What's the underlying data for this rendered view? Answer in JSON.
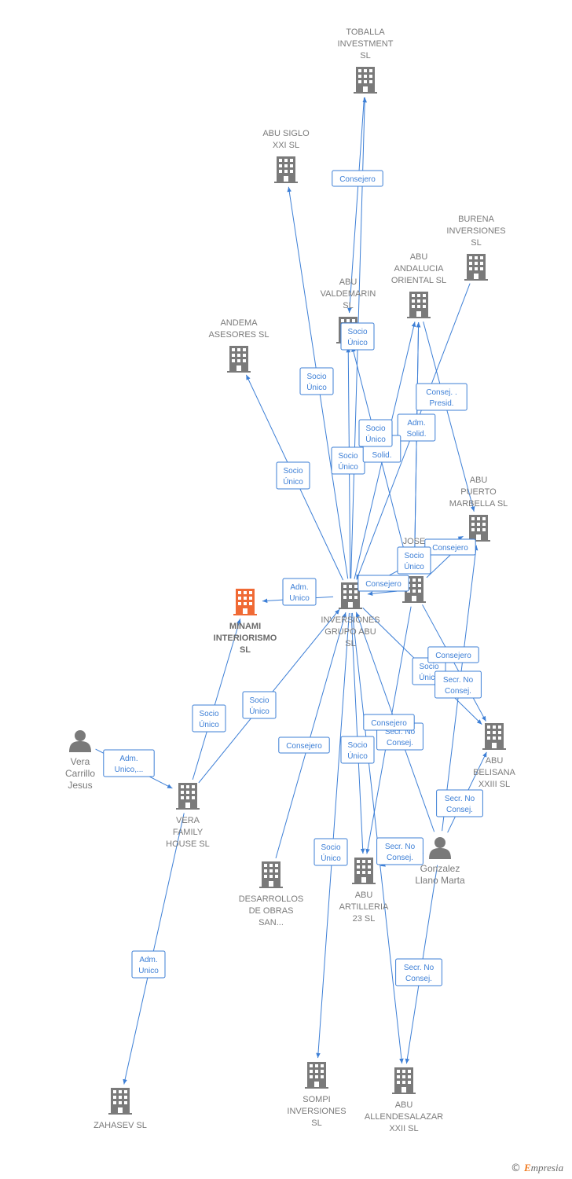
{
  "colors": {
    "edge": "#3d7fd6",
    "company": "#7a7a7a",
    "focus": "#f06a35",
    "person": "#7a7a7a"
  },
  "nodes": [
    {
      "id": "toballa",
      "type": "company",
      "icon": "building-icon",
      "label": [
        "TOBALLA",
        "INVESTMENT",
        "SL"
      ]
    },
    {
      "id": "abu_siglo",
      "type": "company",
      "icon": "building-icon",
      "label": [
        "ABU SIGLO",
        "XXI SL"
      ]
    },
    {
      "id": "burena",
      "type": "company",
      "icon": "building-icon",
      "label": [
        "BURENA",
        "INVERSIONES",
        "SL"
      ]
    },
    {
      "id": "abu_andalucia",
      "type": "company",
      "icon": "building-icon",
      "label": [
        "ABU",
        "ANDALUCIA",
        "ORIENTAL SL"
      ]
    },
    {
      "id": "abu_valdemarin",
      "type": "company",
      "icon": "building-icon",
      "label": [
        "ABU",
        "VALDEMARIN",
        "SL"
      ]
    },
    {
      "id": "andema",
      "type": "company",
      "icon": "building-icon",
      "label": [
        "ANDEMA",
        "ASESORES SL"
      ]
    },
    {
      "id": "abu_puerto",
      "type": "company",
      "icon": "building-icon",
      "label": [
        "ABU",
        "PUERTO",
        "MARBELLA SL"
      ]
    },
    {
      "id": "jose",
      "type": "company",
      "icon": "building-icon",
      "label": [
        "JOSE",
        "A...",
        "SA..."
      ]
    },
    {
      "id": "minami",
      "type": "focus",
      "icon": "building-icon",
      "label": [
        "MINAMI",
        "INTERIORISMO",
        "SL"
      ]
    },
    {
      "id": "grupo_abu",
      "type": "company",
      "icon": "building-icon",
      "label": [
        "INVERSIONES",
        "GRUPO ABU",
        "SL"
      ]
    },
    {
      "id": "abu_belisana",
      "type": "company",
      "icon": "building-icon",
      "label": [
        "ABU",
        "BELISANA",
        "XXIII SL"
      ]
    },
    {
      "id": "vera_person",
      "type": "person",
      "icon": "person-icon",
      "label": [
        "Vera",
        "Carrillo",
        "Jesus"
      ]
    },
    {
      "id": "vera_family",
      "type": "company",
      "icon": "building-icon",
      "label": [
        "VERA",
        "FAMILY",
        "HOUSE SL"
      ]
    },
    {
      "id": "gonzalez",
      "type": "person",
      "icon": "person-icon",
      "label": [
        "Gonzalez",
        "Llano Marta"
      ]
    },
    {
      "id": "desarrollos",
      "type": "company",
      "icon": "building-icon",
      "label": [
        "DESARROLLOS",
        "DE OBRAS",
        "SAN..."
      ]
    },
    {
      "id": "abu_artilleria",
      "type": "company",
      "icon": "building-icon",
      "label": [
        "ABU",
        "ARTILLERIA",
        "23 SL"
      ]
    },
    {
      "id": "sompi",
      "type": "company",
      "icon": "building-icon",
      "label": [
        "SOMPI",
        "INVERSIONES",
        "SL"
      ]
    },
    {
      "id": "abu_allende",
      "type": "company",
      "icon": "building-icon",
      "label": [
        "ABU",
        "ALLENDESALAZAR",
        "XXII SL"
      ]
    },
    {
      "id": "zahasev",
      "type": "company",
      "icon": "building-icon",
      "label": [
        "ZAHASEV SL"
      ]
    }
  ],
  "edges": [
    {
      "from": "grupo_abu",
      "to": "toballa",
      "label": [
        "Consejero"
      ]
    },
    {
      "from": "toballa",
      "to": "abu_valdemarin",
      "label": []
    },
    {
      "from": "grupo_abu",
      "to": "abu_siglo",
      "label": [
        "Socio",
        "Único"
      ]
    },
    {
      "from": "grupo_abu",
      "to": "abu_valdemarin",
      "label": [
        "Socio",
        "Único"
      ]
    },
    {
      "from": "grupo_abu",
      "to": "andema",
      "label": [
        "Socio",
        "Único"
      ]
    },
    {
      "from": "grupo_abu",
      "to": "abu_andalucia",
      "label": [
        "Socio",
        "Único"
      ]
    },
    {
      "from": "grupo_abu",
      "to": "minami",
      "label": [
        "Adm.",
        "Unico"
      ]
    },
    {
      "from": "jose",
      "to": "abu_andalucia",
      "label": [
        "Adm.",
        "Solid."
      ]
    },
    {
      "from": "jose",
      "to": "abu_valdemarin",
      "label": [
        "Adm.",
        "Solid."
      ]
    },
    {
      "from": "jose",
      "to": "grupo_abu",
      "label": [
        "Consejero"
      ]
    },
    {
      "from": "burena",
      "to": "grupo_abu",
      "label": [
        "Consej. .",
        "Presid."
      ]
    },
    {
      "from": "abu_andalucia",
      "to": "abu_puerto",
      "label": []
    },
    {
      "from": "jose",
      "to": "abu_puerto",
      "label": [
        "Consejero"
      ]
    },
    {
      "from": "grupo_abu",
      "to": "abu_puerto",
      "label": [
        "Socio",
        "Único"
      ]
    },
    {
      "from": "grupo_abu",
      "to": "abu_belisana",
      "label": [
        "Socio",
        "Único"
      ]
    },
    {
      "from": "jose",
      "to": "abu_belisana",
      "label": [
        "Consejero"
      ]
    },
    {
      "from": "gonzalez",
      "to": "abu_belisana",
      "label": [
        "Secr. No",
        "Consej."
      ]
    },
    {
      "from": "gonzalez",
      "to": "abu_puerto",
      "label": [
        "Secr. No",
        "Consej."
      ]
    },
    {
      "from": "gonzalez",
      "to": "grupo_abu",
      "label": [
        "Secr. No",
        "Consej."
      ]
    },
    {
      "from": "gonzalez",
      "to": "abu_artilleria",
      "label": [
        "Secr. No",
        "Consej."
      ]
    },
    {
      "from": "gonzalez",
      "to": "abu_allende",
      "label": [
        "Secr. No",
        "Consej."
      ]
    },
    {
      "from": "jose",
      "to": "abu_artilleria",
      "label": [
        "Consejero"
      ]
    },
    {
      "from": "grupo_abu",
      "to": "abu_artilleria",
      "label": [
        "Socio",
        "Único"
      ]
    },
    {
      "from": "grupo_abu",
      "to": "sompi",
      "label": [
        "Socio",
        "Único"
      ]
    },
    {
      "from": "grupo_abu",
      "to": "abu_allende",
      "label": []
    },
    {
      "from": "desarrollos",
      "to": "grupo_abu",
      "label": [
        "Consejero"
      ]
    },
    {
      "from": "vera_family",
      "to": "grupo_abu",
      "label": [
        "Socio",
        "Único"
      ]
    },
    {
      "from": "vera_family",
      "to": "minami",
      "label": [
        "Socio",
        "Único"
      ]
    },
    {
      "from": "vera_person",
      "to": "vera_family",
      "label": [
        "Adm.",
        "Unico,..."
      ]
    },
    {
      "from": "vera_family",
      "to": "zahasev",
      "label": [
        "Adm.",
        "Unico"
      ]
    },
    {
      "from": "jose",
      "to": "abu_andalucia",
      "label": [
        "Socio",
        "Único"
      ]
    }
  ],
  "brand": {
    "copyright": "©",
    "first": "E",
    "rest": "mpresia"
  }
}
